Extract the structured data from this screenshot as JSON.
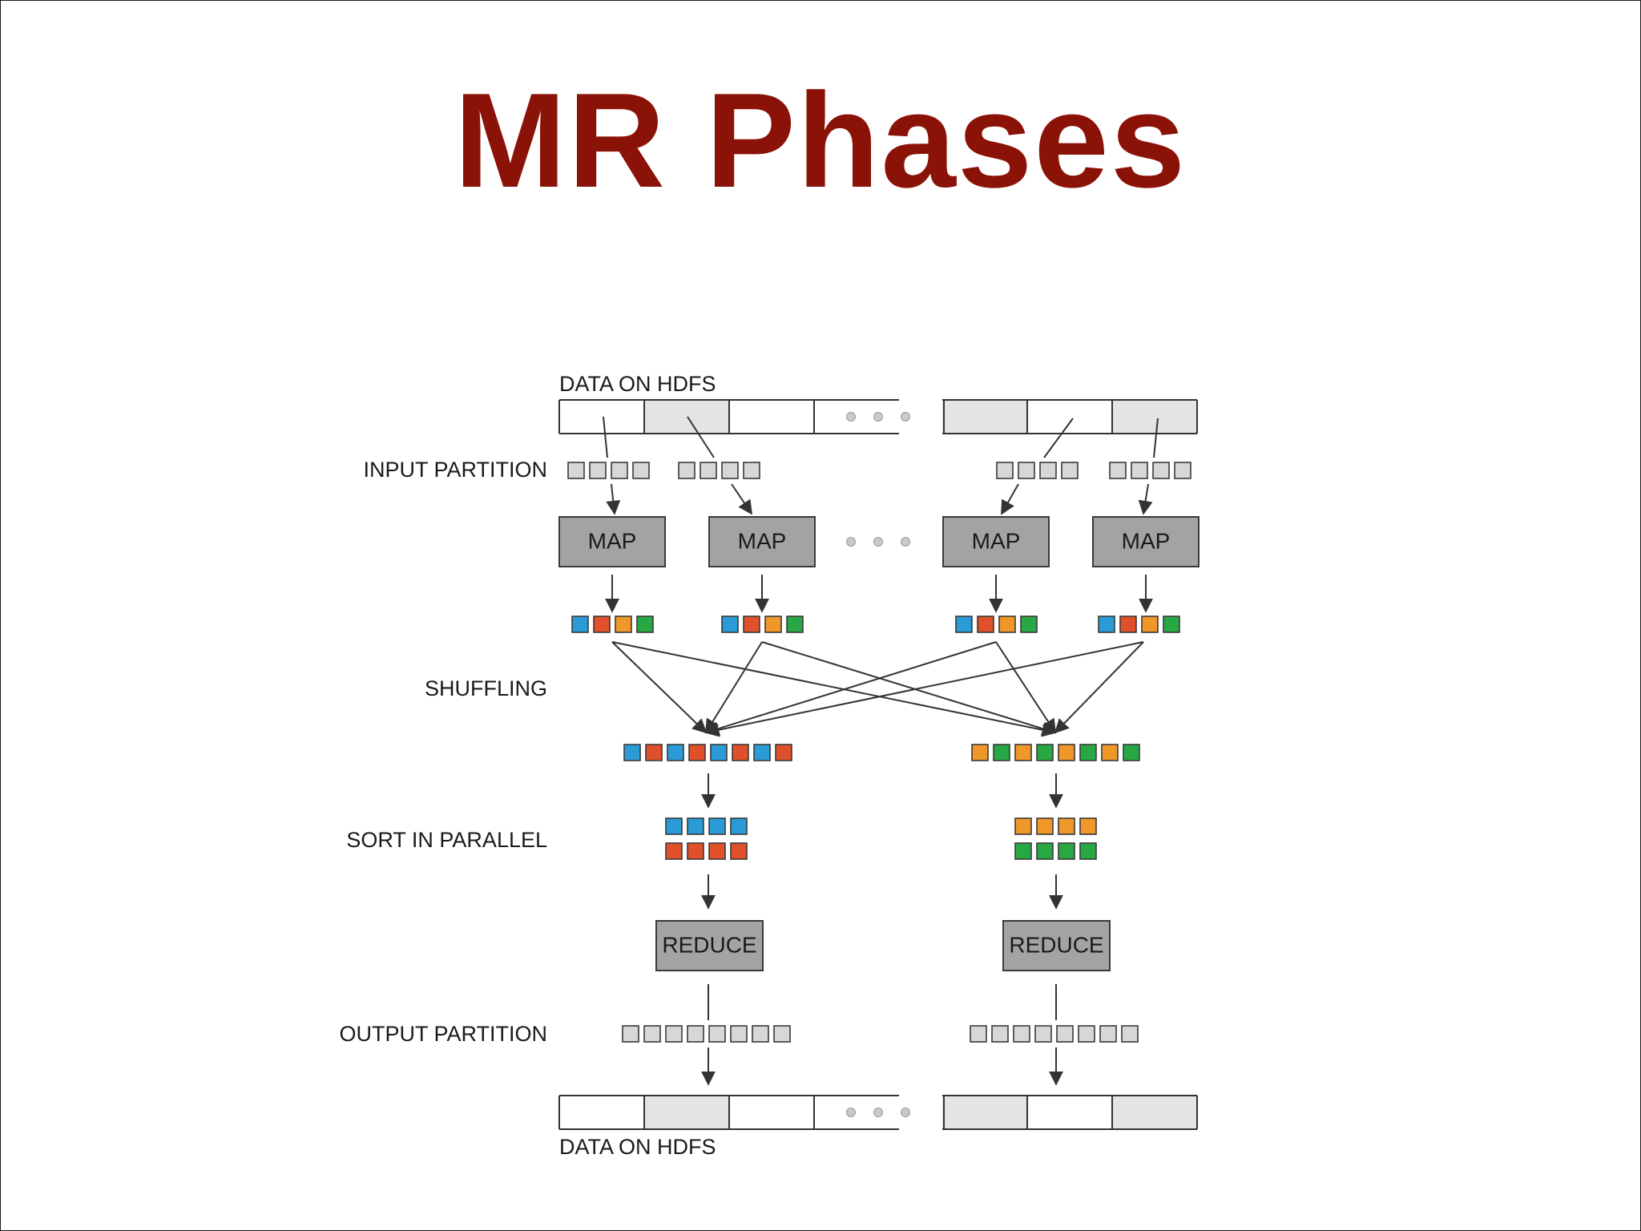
{
  "slide": {
    "title": "MR Phases",
    "title_color": "#8b1207"
  },
  "labels": {
    "data_on_hdfs_top": "DATA ON HDFS",
    "input_partition": "INPUT PARTITION",
    "shuffling": "SHUFFLING",
    "sort_in_parallel": "SORT IN PARALLEL",
    "output_partition": "OUTPUT PARTITION",
    "data_on_hdfs_bottom": "DATA ON HDFS"
  },
  "nodes": {
    "map_labels": [
      "MAP",
      "MAP",
      "MAP",
      "MAP"
    ],
    "reduce_labels": [
      "REDUCE",
      "REDUCE"
    ]
  },
  "colors": {
    "blue": "#2a9bd6",
    "red": "#e0502a",
    "orange": "#f0972a",
    "green": "#28a845",
    "box_gray": "#a3a3a5",
    "chip_gray": "#d7d7d9",
    "cell_gray": "#e4e4e6",
    "stroke": "#333333"
  },
  "structure": {
    "hdfs_top_shaded": [
      false,
      true,
      false,
      false,
      true,
      false,
      true
    ],
    "hdfs_bottom_shaded": [
      false,
      true,
      false,
      false,
      true,
      false,
      true
    ],
    "map_outputs": [
      [
        "blue",
        "red",
        "orange",
        "green"
      ],
      [
        "blue",
        "red",
        "orange",
        "green"
      ],
      [
        "blue",
        "red",
        "orange",
        "green"
      ],
      [
        "blue",
        "red",
        "orange",
        "green"
      ]
    ],
    "shuffled": [
      [
        "blue",
        "red",
        "blue",
        "red",
        "blue",
        "red",
        "blue",
        "red"
      ],
      [
        "orange",
        "green",
        "orange",
        "green",
        "orange",
        "green",
        "orange",
        "green"
      ]
    ],
    "sorted": [
      [
        [
          "blue",
          "blue",
          "blue",
          "blue"
        ],
        [
          "red",
          "red",
          "red",
          "red"
        ]
      ],
      [
        [
          "orange",
          "orange",
          "orange",
          "orange"
        ],
        [
          "green",
          "green",
          "green",
          "green"
        ]
      ]
    ]
  }
}
